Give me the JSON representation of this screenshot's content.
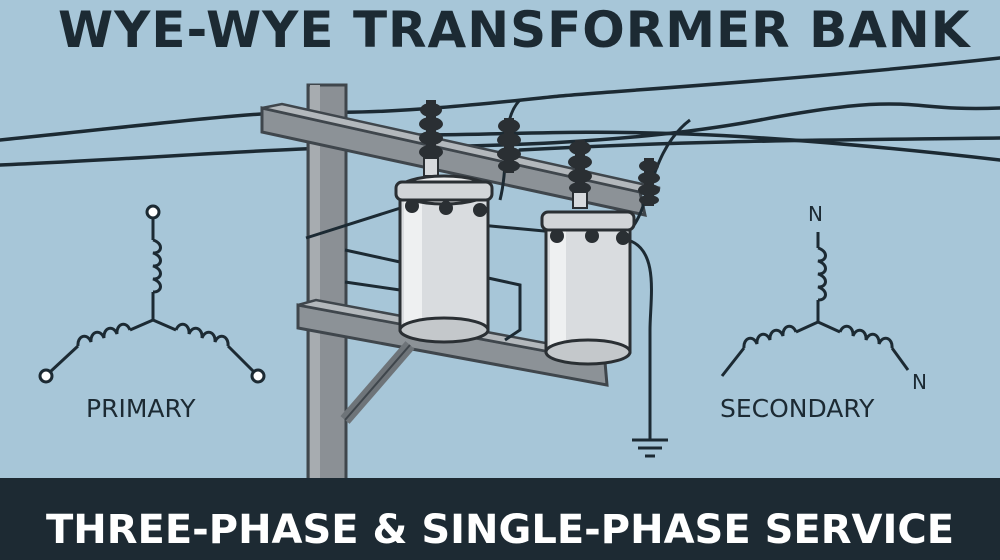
{
  "title": "WYE-WYE TRANSFORMER BANK",
  "primary": {
    "label": "PRIMARY"
  },
  "secondary": {
    "label": "SECONDARY",
    "neutral_top": "N",
    "neutral_right": "N"
  },
  "footer": {
    "text": "THREE-PHASE & SINGLE-PHASE SERVICE"
  },
  "colors": {
    "background": "#a7c6d8",
    "footer_band": "#1d2a33",
    "text_dark": "#1c2a33",
    "footer_text": "#ffffff"
  }
}
